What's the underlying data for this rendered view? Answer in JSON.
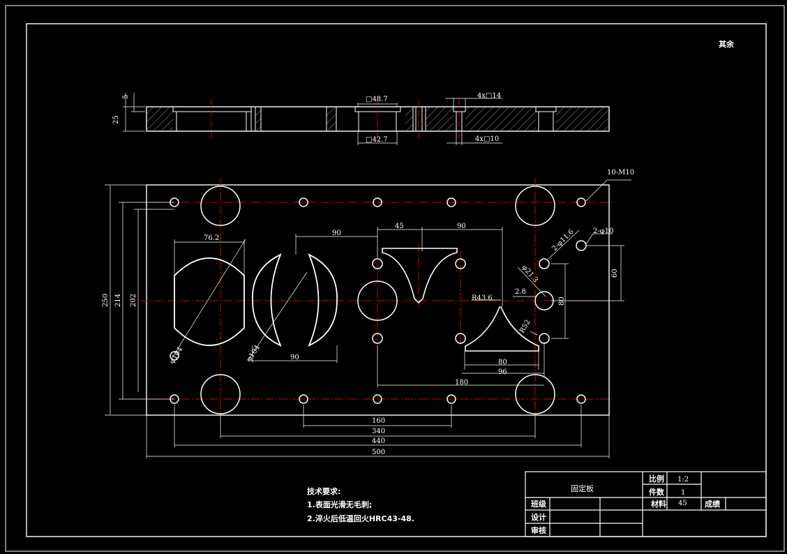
{
  "sheet": {
    "roughness_note": "其余"
  },
  "section_view": {
    "dims": {
      "d5": "5",
      "d25": "25",
      "sq48": "□48.7",
      "sq42": "□42.7",
      "sq14": "4x□14",
      "sq10": "4x□10"
    }
  },
  "plan_view": {
    "dims": {
      "m10": "10-M10",
      "d11": "2-φ10",
      "d116": "2-φ11.6",
      "d60": "60",
      "d762": "76.2",
      "d90a": "90",
      "d45": "45",
      "d90b": "90",
      "d90c": "90",
      "d28": "2.8",
      "r436": "R43.6",
      "phi213": "φ21.3",
      "r52": "R52",
      "d80v": "80",
      "d80h": "80",
      "d96": "96",
      "d180": "180",
      "d160": "160",
      "d340": "340",
      "d440": "440",
      "d500": "500",
      "d250": "250",
      "d214": "214",
      "d202": "202",
      "phi_l": "φ104",
      "phi_m": "φ104"
    }
  },
  "notes": {
    "title": "技术要求:",
    "line1": "1.表面光滑无毛刺;",
    "line2": "2.淬火后低温回火HRC43-48."
  },
  "title_block": {
    "part_name": "固定板",
    "scale_label": "比例",
    "scale_value": "1:2",
    "qty_label": "件数",
    "qty_value": "1",
    "material_label": "材料",
    "material_value": "45",
    "grade_label": "成绩",
    "class_label": "班级",
    "design_label": "设计",
    "review_label": "审核"
  }
}
